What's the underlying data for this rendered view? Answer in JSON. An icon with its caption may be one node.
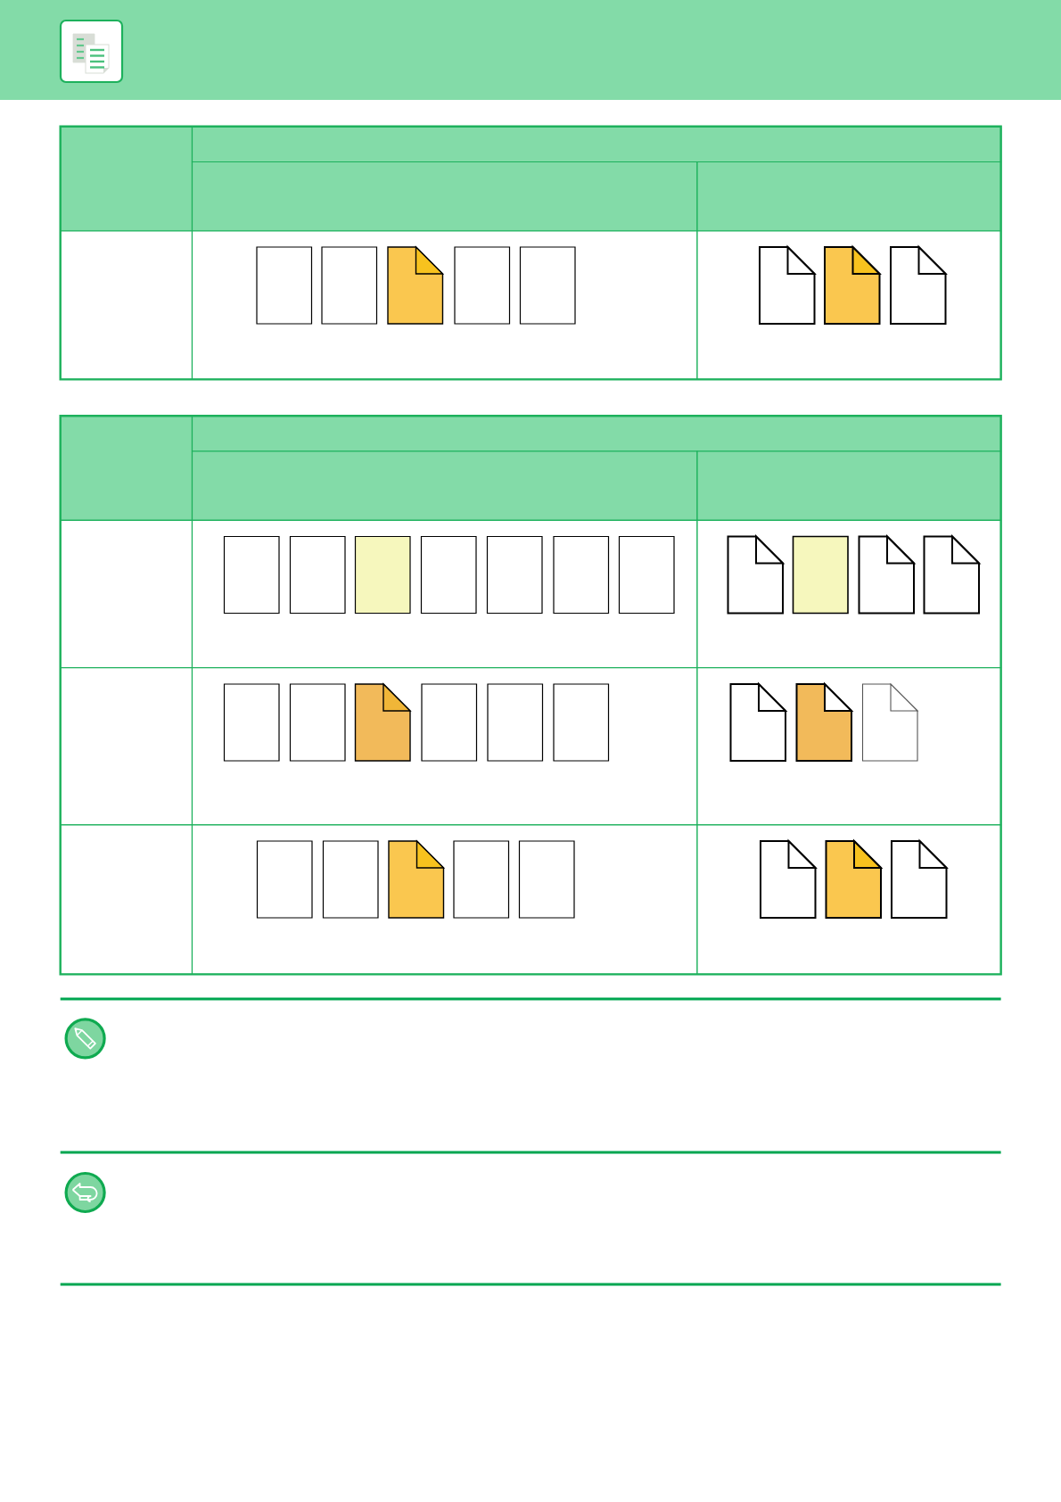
{
  "diagram": {
    "nodes": [
      {
        "text": [],
        "shape": "box"
      },
      {
        "text": [],
        "shape": "box"
      },
      {
        "text": [],
        "shape": "page"
      },
      {
        "text": [],
        "shape": "box"
      },
      {
        "text": [],
        "shape": "box"
      },
      {
        "text": [],
        "shape": "page"
      },
      {
        "text": [],
        "shape": "page"
      },
      {
        "text": [],
        "shape": "page"
      },
      {
        "text": [],
        "shape": "box"
      },
      {
        "text": [],
        "shape": "box"
      },
      {
        "text": [],
        "shape": "box"
      },
      {
        "text": [],
        "shape": "box"
      },
      {
        "text": [],
        "shape": "box"
      },
      {
        "text": [],
        "shape": "box"
      },
      {
        "text": [],
        "shape": "box"
      },
      {
        "text": [],
        "shape": "page"
      },
      {
        "text": [],
        "shape": "box"
      },
      {
        "text": [],
        "shape": "page"
      },
      {
        "text": [],
        "shape": "page"
      },
      {
        "text": [],
        "shape": "box"
      },
      {
        "text": [],
        "shape": "box"
      },
      {
        "text": [],
        "shape": "page"
      },
      {
        "text": [],
        "shape": "box"
      },
      {
        "text": [],
        "shape": "box"
      },
      {
        "text": [],
        "shape": "box"
      },
      {
        "text": [],
        "shape": "page"
      },
      {
        "text": [],
        "shape": "page"
      },
      {
        "text": [],
        "shape": "page"
      },
      {
        "text": [],
        "shape": "box"
      },
      {
        "text": [],
        "shape": "box"
      },
      {
        "text": [],
        "shape": "page"
      },
      {
        "text": [],
        "shape": "box"
      },
      {
        "text": [],
        "shape": "box"
      },
      {
        "text": [],
        "shape": "page"
      },
      {
        "text": [],
        "shape": "page"
      },
      {
        "text": [],
        "shape": "page"
      }
    ]
  }
}
